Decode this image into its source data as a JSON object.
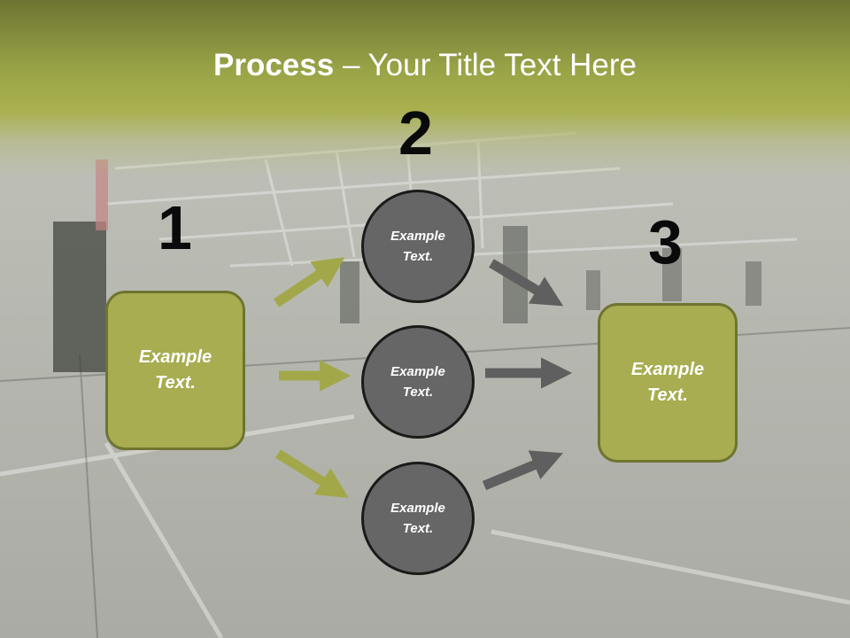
{
  "title": {
    "bold": "Process",
    "rest": " – Your Title Text Here"
  },
  "steps": {
    "one": "1",
    "two": "2",
    "three": "3"
  },
  "nodes": {
    "left_box": "Example Text.",
    "right_box": "Example Text.",
    "circle_top": "Example Text.",
    "circle_mid": "Example Text.",
    "circle_bottom": "Example Text."
  },
  "colors": {
    "olive": "#a7ad50",
    "olive_dark": "#6f7430",
    "circle_gray": "#666666",
    "arrow_gray": "#5f5f5f",
    "arrow_olive": "#a2a84a"
  }
}
